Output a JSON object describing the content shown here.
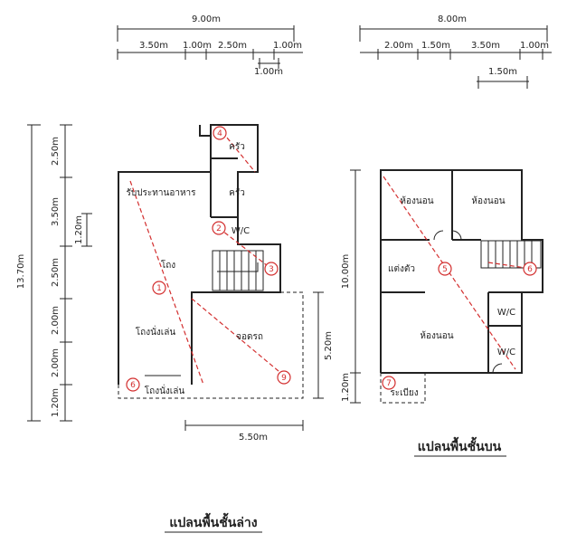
{
  "ground_floor": {
    "caption": "แปลนพื้นชั้นล่าง",
    "dims": {
      "top_total": "9.00m",
      "top_segments": [
        "3.50m",
        "1.00m",
        "2.50m",
        "1.00m"
      ],
      "top_sub": "1.00m",
      "left_total": "13.70m",
      "left_segments": [
        "2.50m",
        "3.50m",
        "2.50m",
        "2.00m",
        "2.00m",
        "1.20m"
      ],
      "left_inner": "1.20m",
      "bottom": "5.50m",
      "right": "5.20m"
    },
    "rooms": {
      "kitchen_upper": "ครัว",
      "kitchen": "ครัว",
      "dining": "รับประทานอาหาร",
      "wc": "W/C",
      "hall": "โถง",
      "living": "โถงนั่งเล่น",
      "garage": "จอดรถ",
      "porch": "โถงนั่งเล่น"
    },
    "tags": [
      "4",
      "2",
      "3",
      "1",
      "9",
      "6"
    ]
  },
  "upper_floor": {
    "caption": "แปลนพื้นชั้นบน",
    "dims": {
      "top_total": "8.00m",
      "top_segments": [
        "2.00m",
        "1.50m",
        "3.50m",
        "1.00m"
      ],
      "top_sub": "1.50m",
      "left_total": "10.00m",
      "left_bottom": "1.20m"
    },
    "rooms": {
      "bed1": "ห้องนอน",
      "bed2": "ห้องนอน",
      "dressing": "แต่งตัว",
      "master": "ห้องนอน",
      "wc1": "W/C",
      "wc2": "W/C",
      "balcony": "ระเบียง"
    },
    "tags": [
      "5",
      "6",
      "7"
    ]
  }
}
